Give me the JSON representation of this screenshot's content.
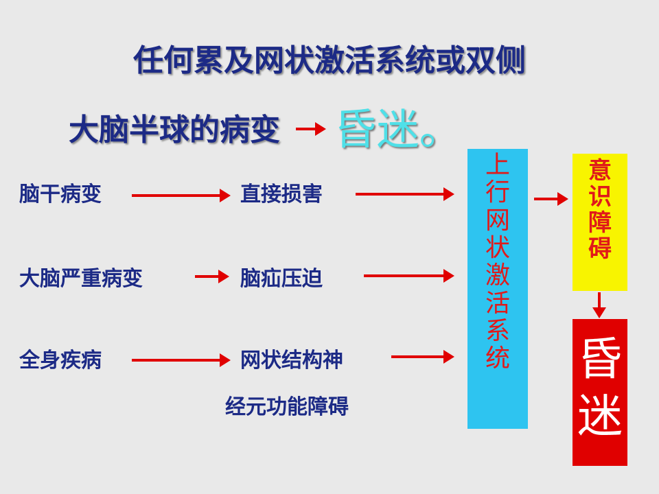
{
  "title": {
    "line1": "任何累及网状激活系统或双侧",
    "line2": "大脑半球的病变",
    "result": "昏迷。"
  },
  "rows": [
    {
      "cause": "脑干病变",
      "mechanism": "直接损害"
    },
    {
      "cause": "大脑严重病变",
      "mechanism": "脑疝压迫"
    },
    {
      "cause": "全身疾病",
      "mechanism": "网状结构神",
      "mechanism_line2": "经元功能障碍"
    }
  ],
  "ras_box": {
    "chars": [
      "上",
      "行",
      "网",
      "状",
      "激",
      "活",
      "系",
      "统"
    ],
    "color": "#2ec4f0"
  },
  "disorder_box": {
    "chars": [
      "意",
      "识",
      "障",
      "碍"
    ],
    "color": "#f8f400"
  },
  "coma_box": {
    "chars": [
      "昏",
      "迷"
    ],
    "color": "#e00000"
  },
  "colors": {
    "text": "#1c2a86",
    "arrow": "#e00000"
  }
}
